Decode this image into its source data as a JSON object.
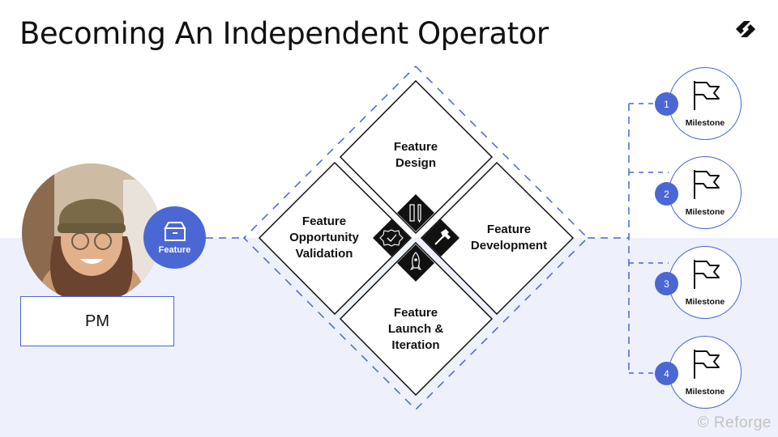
{
  "title": "Becoming An Independent Operator",
  "role": {
    "label": "PM"
  },
  "badge": {
    "label": "Feature"
  },
  "quadrants": {
    "top": {
      "line1": "Feature",
      "line2": "Design"
    },
    "left": {
      "line1": "Feature",
      "line2": "Opportunity",
      "line3": "Validation"
    },
    "right": {
      "line1": "Feature",
      "line2": "Development"
    },
    "bottom": {
      "line1": "Feature",
      "line2": "Launch &",
      "line3": "Iteration"
    }
  },
  "milestones": [
    {
      "number": "1",
      "label": "Milestone"
    },
    {
      "number": "2",
      "label": "Milestone"
    },
    {
      "number": "3",
      "label": "Milestone"
    },
    {
      "number": "4",
      "label": "Milestone"
    }
  ],
  "icons": {
    "logo": "reforge-logo-icon",
    "badge": "box-icon",
    "center": [
      "ruler-pencil-icon",
      "badge-check-icon",
      "hammer-icon",
      "rocket-icon"
    ],
    "milestone": "flag-icon"
  },
  "colors": {
    "accent": "#4a67d4",
    "band": "#eef0fb",
    "dark": "#111111"
  },
  "footer": {
    "copyright": "© Reforge"
  }
}
